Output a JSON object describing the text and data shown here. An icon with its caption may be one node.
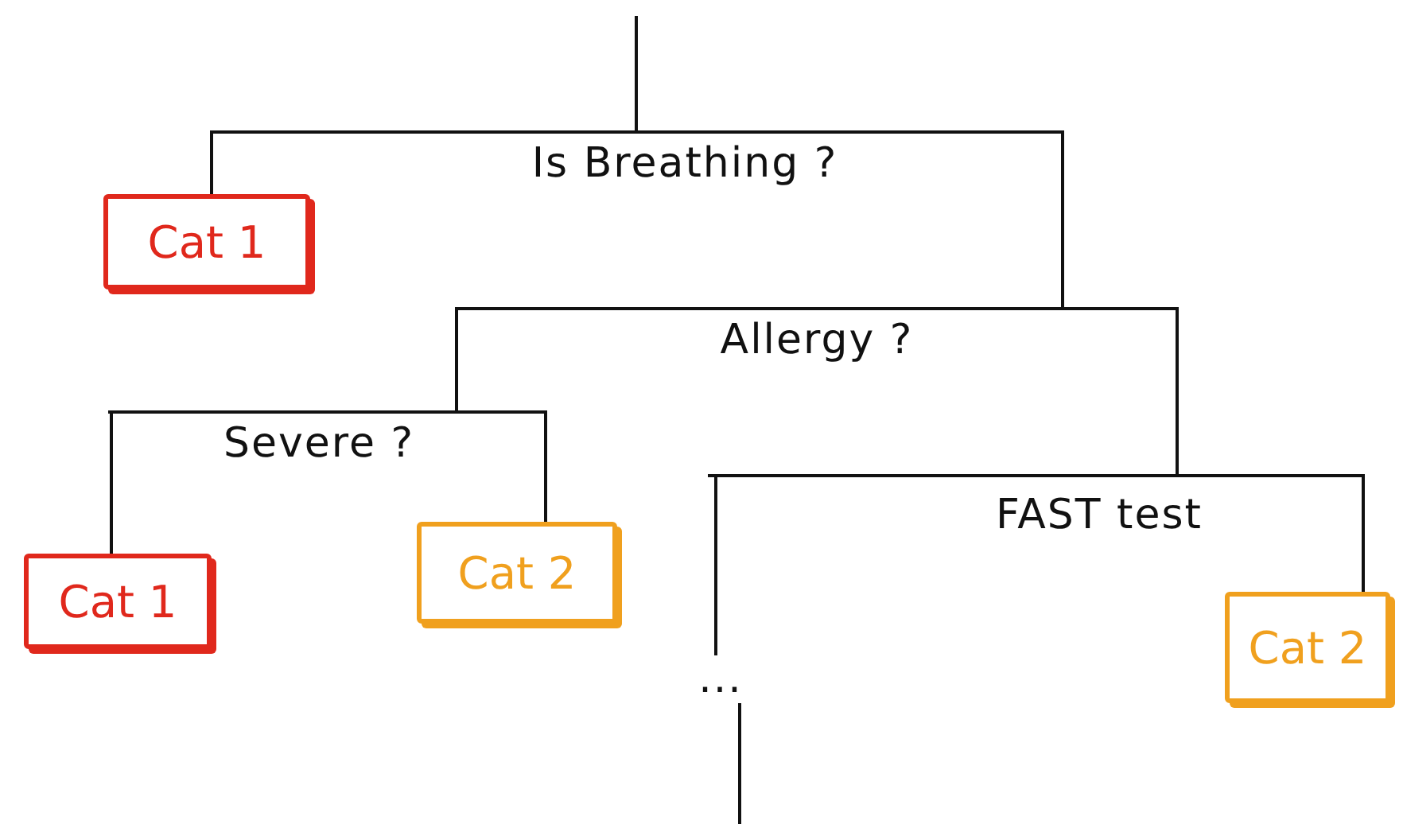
{
  "diagram": {
    "nodes": [
      {
        "text": [
          "Is Breathing ?"
        ]
      },
      {
        "text": [
          "Cat 1"
        ]
      },
      {
        "text": [
          "Allergy ?"
        ]
      },
      {
        "text": [
          "Severe ?"
        ]
      },
      {
        "text": [
          "Cat 1"
        ]
      },
      {
        "text": [
          "Cat 2"
        ]
      },
      {
        "text": [
          "FAST test"
        ]
      },
      {
        "text": [
          "Cat 2"
        ]
      },
      {
        "text": [
          "..."
        ]
      }
    ],
    "edges": [
      {
        "from": null,
        "to": 0,
        "arrow": "none"
      },
      {
        "from": 0,
        "to": 1,
        "arrow": "none"
      },
      {
        "from": 0,
        "to": 2,
        "arrow": "none"
      },
      {
        "from": 2,
        "to": 3,
        "arrow": "none"
      },
      {
        "from": 2,
        "to": 6,
        "arrow": "none"
      },
      {
        "from": 3,
        "to": 4,
        "arrow": "none"
      },
      {
        "from": 3,
        "to": 5,
        "arrow": "none"
      },
      {
        "from": 6,
        "to": 8,
        "arrow": "none"
      },
      {
        "from": 6,
        "to": 7,
        "arrow": "none"
      },
      {
        "from": 8,
        "to": null,
        "arrow": "none"
      }
    ]
  }
}
